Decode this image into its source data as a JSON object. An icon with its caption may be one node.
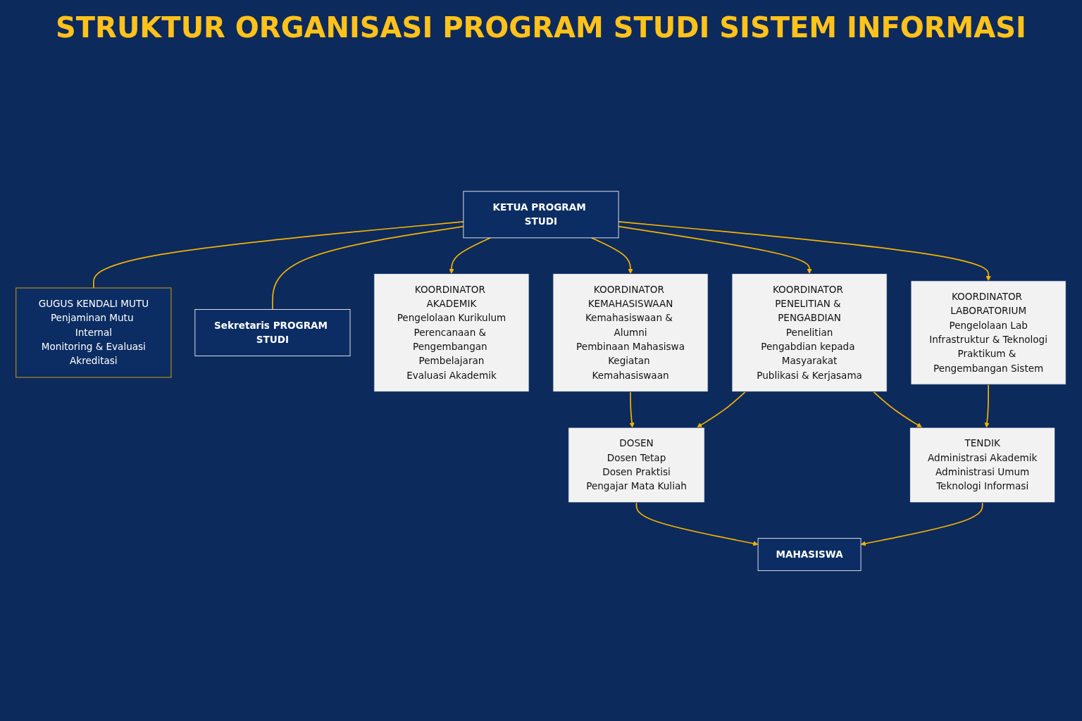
{
  "diagram": {
    "title": "STRUKTUR ORGANISASI PROGRAM STUDI SISTEM INFORMASI",
    "nodes": [
      {
        "text": [
          "KETUA PROGRAM STUDI"
        ]
      },
      {
        "text": [
          "GUGUS KENDALI MUTU",
          "Penjaminan Mutu Internal",
          "Monitoring & Evaluasi",
          "Akreditasi"
        ]
      },
      {
        "text": [
          "Sekretaris PROGRAM STUDI"
        ]
      },
      {
        "text": [
          "KOORDINATOR AKADEMIK",
          "Pengelolaan Kurikulum",
          "Perencanaan & Pengembangan Pembelajaran",
          "Evaluasi Akademik"
        ]
      },
      {
        "text": [
          "KOORDINATOR KEMAHASISWAAN",
          "Kemahasiswaan & Alumni",
          "Pembinaan Mahasiswa",
          "Kegiatan Kemahasiswaan"
        ]
      },
      {
        "text": [
          "KOORDINATOR PENELITIAN & PENGABDIAN",
          "Penelitian",
          "Pengabdian kepada Masyarakat",
          "Publikasi & Kerjasama"
        ]
      },
      {
        "text": [
          "KOORDINATOR LABORATORIUM",
          "Pengelolaan Lab",
          "Infrastruktur & Teknologi",
          "Praktikum & Pengembangan Sistem"
        ]
      },
      {
        "text": [
          "DOSEN",
          "Dosen Tetap",
          "Dosen Praktisi",
          "Pengajar Mata Kuliah"
        ]
      },
      {
        "text": [
          "TENDIK",
          "Administrasi Akademik",
          "Administrasi Umum",
          "Teknologi Informasi"
        ]
      },
      {
        "text": [
          "MAHASISWA"
        ]
      }
    ],
    "edges": [
      {
        "from": 0,
        "to": 1,
        "arrow": "none"
      },
      {
        "from": 0,
        "to": 2,
        "arrow": "none"
      },
      {
        "from": 0,
        "to": 3,
        "arrow": "to"
      },
      {
        "from": 0,
        "to": 4,
        "arrow": "to"
      },
      {
        "from": 0,
        "to": 5,
        "arrow": "to"
      },
      {
        "from": 0,
        "to": 6,
        "arrow": "to"
      },
      {
        "from": 4,
        "to": 7,
        "arrow": "to"
      },
      {
        "from": 5,
        "to": 7,
        "arrow": "to"
      },
      {
        "from": 5,
        "to": 8,
        "arrow": "to"
      },
      {
        "from": 6,
        "to": 8,
        "arrow": "to"
      },
      {
        "from": 7,
        "to": 9,
        "arrow": "to"
      },
      {
        "from": 8,
        "to": 9,
        "arrow": "to"
      }
    ]
  }
}
